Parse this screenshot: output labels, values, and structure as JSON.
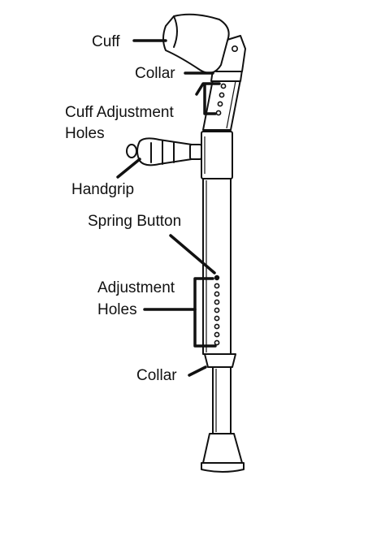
{
  "labels": {
    "cuff": "Cuff",
    "collar_top": "Collar",
    "cuff_adjustment_holes_line1": "Cuff Adjustment",
    "cuff_adjustment_holes_line2": "Holes",
    "handgrip": "Handgrip",
    "spring_button": "Spring Button",
    "adjustment_holes_line1": "Adjustment",
    "adjustment_holes_line2": "Holes",
    "collar_bottom": "Collar"
  },
  "colors": {
    "line": "#111111",
    "background": "#ffffff"
  }
}
